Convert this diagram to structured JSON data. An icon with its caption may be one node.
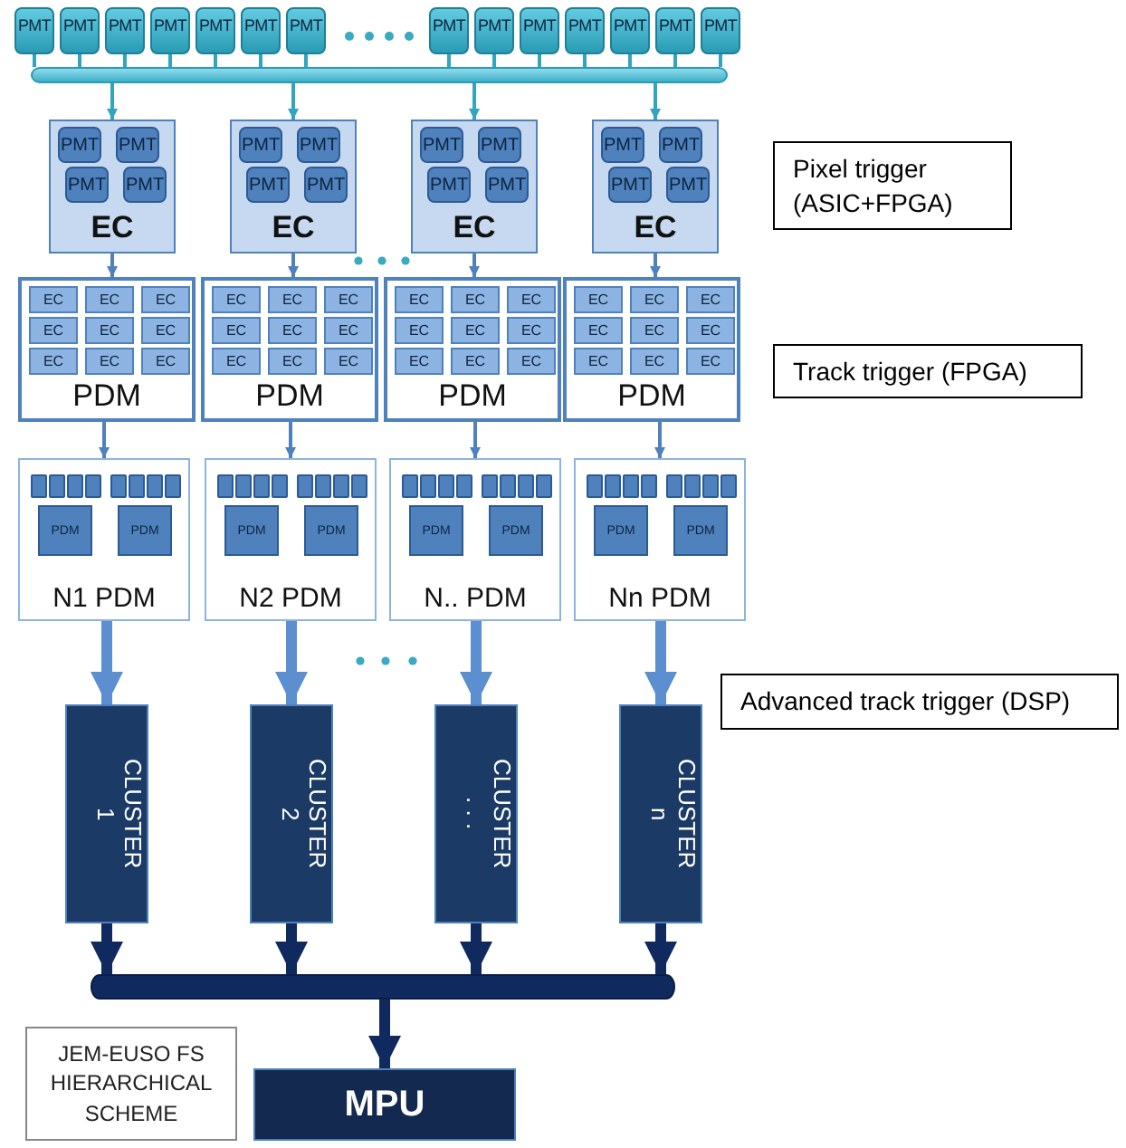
{
  "diagram": {
    "nodes": [
      {
        "text": [
          "PMT"
        ]
      },
      {
        "text": [
          "PMT"
        ]
      },
      {
        "text": [
          "PMT"
        ]
      },
      {
        "text": [
          "PMT"
        ]
      },
      {
        "text": [
          "PMT"
        ]
      },
      {
        "text": [
          "PMT"
        ]
      },
      {
        "text": [
          "PMT"
        ]
      },
      {
        "text": [
          "PMT"
        ]
      },
      {
        "text": [
          "PMT"
        ]
      },
      {
        "text": [
          "PMT"
        ]
      },
      {
        "text": [
          "PMT"
        ]
      },
      {
        "text": [
          "PMT"
        ]
      },
      {
        "text": [
          "PMT"
        ]
      },
      {
        "text": [
          "PMT"
        ]
      },
      {
        "text": [],
        "shape": "bar"
      },
      {
        "text": [
          "EC"
        ]
      },
      {
        "text": [
          "PMT"
        ],
        "in": 15
      },
      {
        "text": [
          "PMT"
        ],
        "in": 15
      },
      {
        "text": [
          "PMT"
        ],
        "in": 15
      },
      {
        "text": [
          "PMT"
        ],
        "in": 15
      },
      {
        "text": [
          "EC"
        ]
      },
      {
        "text": [
          "PMT"
        ],
        "in": 20
      },
      {
        "text": [
          "PMT"
        ],
        "in": 20
      },
      {
        "text": [
          "PMT"
        ],
        "in": 20
      },
      {
        "text": [
          "PMT"
        ],
        "in": 20
      },
      {
        "text": [
          "EC"
        ]
      },
      {
        "text": [
          "PMT"
        ],
        "in": 25
      },
      {
        "text": [
          "PMT"
        ],
        "in": 25
      },
      {
        "text": [
          "PMT"
        ],
        "in": 25
      },
      {
        "text": [
          "PMT"
        ],
        "in": 25
      },
      {
        "text": [
          "EC"
        ]
      },
      {
        "text": [
          "PMT"
        ],
        "in": 30
      },
      {
        "text": [
          "PMT"
        ],
        "in": 30
      },
      {
        "text": [
          "PMT"
        ],
        "in": 30
      },
      {
        "text": [
          "PMT"
        ],
        "in": 30
      },
      {
        "text": [
          "PDM"
        ]
      },
      {
        "text": [
          "EC"
        ],
        "in": 35
      },
      {
        "text": [
          "EC"
        ],
        "in": 35
      },
      {
        "text": [
          "EC"
        ],
        "in": 35
      },
      {
        "text": [
          "EC"
        ],
        "in": 35
      },
      {
        "text": [
          "EC"
        ],
        "in": 35
      },
      {
        "text": [
          "EC"
        ],
        "in": 35
      },
      {
        "text": [
          "EC"
        ],
        "in": 35
      },
      {
        "text": [
          "EC"
        ],
        "in": 35
      },
      {
        "text": [
          "EC"
        ],
        "in": 35
      },
      {
        "text": [
          "PDM"
        ]
      },
      {
        "text": [
          "EC"
        ],
        "in": 45
      },
      {
        "text": [
          "EC"
        ],
        "in": 45
      },
      {
        "text": [
          "EC"
        ],
        "in": 45
      },
      {
        "text": [
          "EC"
        ],
        "in": 45
      },
      {
        "text": [
          "EC"
        ],
        "in": 45
      },
      {
        "text": [
          "EC"
        ],
        "in": 45
      },
      {
        "text": [
          "EC"
        ],
        "in": 45
      },
      {
        "text": [
          "EC"
        ],
        "in": 45
      },
      {
        "text": [
          "EC"
        ],
        "in": 45
      },
      {
        "text": [
          "PDM"
        ]
      },
      {
        "text": [
          "EC"
        ],
        "in": 55
      },
      {
        "text": [
          "EC"
        ],
        "in": 55
      },
      {
        "text": [
          "EC"
        ],
        "in": 55
      },
      {
        "text": [
          "EC"
        ],
        "in": 55
      },
      {
        "text": [
          "EC"
        ],
        "in": 55
      },
      {
        "text": [
          "EC"
        ],
        "in": 55
      },
      {
        "text": [
          "EC"
        ],
        "in": 55
      },
      {
        "text": [
          "EC"
        ],
        "in": 55
      },
      {
        "text": [
          "EC"
        ],
        "in": 55
      },
      {
        "text": [
          "PDM"
        ]
      },
      {
        "text": [
          "EC"
        ],
        "in": 65
      },
      {
        "text": [
          "EC"
        ],
        "in": 65
      },
      {
        "text": [
          "EC"
        ],
        "in": 65
      },
      {
        "text": [
          "EC"
        ],
        "in": 65
      },
      {
        "text": [
          "EC"
        ],
        "in": 65
      },
      {
        "text": [
          "EC"
        ],
        "in": 65
      },
      {
        "text": [
          "EC"
        ],
        "in": 65
      },
      {
        "text": [
          "EC"
        ],
        "in": 65
      },
      {
        "text": [
          "EC"
        ],
        "in": 65
      },
      {
        "text": [
          "N1 PDM"
        ]
      },
      {
        "text": [],
        "shape": "box",
        "in": 75
      },
      {
        "text": [],
        "shape": "box",
        "in": 75
      },
      {
        "text": [],
        "shape": "box",
        "in": 75
      },
      {
        "text": [],
        "shape": "box",
        "in": 75
      },
      {
        "text": [
          "PDM"
        ],
        "in": 75
      },
      {
        "text": [],
        "shape": "box",
        "in": 75
      },
      {
        "text": [],
        "shape": "box",
        "in": 75
      },
      {
        "text": [],
        "shape": "box",
        "in": 75
      },
      {
        "text": [],
        "shape": "box",
        "in": 75
      },
      {
        "text": [
          "PDM"
        ],
        "in": 75
      },
      {
        "text": [
          "N2 PDM"
        ]
      },
      {
        "text": [],
        "shape": "box",
        "in": 86
      },
      {
        "text": [],
        "shape": "box",
        "in": 86
      },
      {
        "text": [],
        "shape": "box",
        "in": 86
      },
      {
        "text": [],
        "shape": "box",
        "in": 86
      },
      {
        "text": [
          "PDM"
        ],
        "in": 86
      },
      {
        "text": [],
        "shape": "box",
        "in": 86
      },
      {
        "text": [],
        "shape": "box",
        "in": 86
      },
      {
        "text": [],
        "shape": "box",
        "in": 86
      },
      {
        "text": [],
        "shape": "box",
        "in": 86
      },
      {
        "text": [
          "PDM"
        ],
        "in": 86
      },
      {
        "text": [
          "N.. PDM"
        ]
      },
      {
        "text": [],
        "shape": "box",
        "in": 97
      },
      {
        "text": [],
        "shape": "box",
        "in": 97
      },
      {
        "text": [],
        "shape": "box",
        "in": 97
      },
      {
        "text": [],
        "shape": "box",
        "in": 97
      },
      {
        "text": [
          "PDM"
        ],
        "in": 97
      },
      {
        "text": [],
        "shape": "box",
        "in": 97
      },
      {
        "text": [],
        "shape": "box",
        "in": 97
      },
      {
        "text": [],
        "shape": "box",
        "in": 97
      },
      {
        "text": [],
        "shape": "box",
        "in": 97
      },
      {
        "text": [
          "PDM"
        ],
        "in": 97
      },
      {
        "text": [
          "Nn PDM"
        ]
      },
      {
        "text": [],
        "shape": "box",
        "in": 108
      },
      {
        "text": [],
        "shape": "box",
        "in": 108
      },
      {
        "text": [],
        "shape": "box",
        "in": 108
      },
      {
        "text": [],
        "shape": "box",
        "in": 108
      },
      {
        "text": [
          "PDM"
        ],
        "in": 108
      },
      {
        "text": [],
        "shape": "box",
        "in": 108
      },
      {
        "text": [],
        "shape": "box",
        "in": 108
      },
      {
        "text": [],
        "shape": "box",
        "in": 108
      },
      {
        "text": [],
        "shape": "box",
        "in": 108
      },
      {
        "text": [
          "PDM"
        ],
        "in": 108
      },
      {
        "text": [
          "CLUSTER 1"
        ]
      },
      {
        "text": [
          "CLUSTER 2"
        ]
      },
      {
        "text": [
          "CLUSTER . . ."
        ]
      },
      {
        "text": [
          "CLUSTER n"
        ]
      },
      {
        "text": [],
        "shape": "bar"
      },
      {
        "text": [
          "MPU"
        ]
      },
      {
        "text": [
          "Pixel trigger (ASIC+FPGA)"
        ]
      },
      {
        "text": [
          "Track trigger (FPGA)"
        ]
      },
      {
        "text": [
          "Advanced track trigger (DSP)"
        ]
      },
      {
        "text": [
          "JEM-EUSO FS HIERARCHICAL SCHEME"
        ]
      }
    ],
    "edges": [
      {
        "from": 0,
        "to": 14,
        "arrow": "none"
      },
      {
        "from": 1,
        "to": 14,
        "arrow": "none"
      },
      {
        "from": 2,
        "to": 14,
        "arrow": "none"
      },
      {
        "from": 3,
        "to": 14,
        "arrow": "none"
      },
      {
        "from": 4,
        "to": 14,
        "arrow": "none"
      },
      {
        "from": 5,
        "to": 14,
        "arrow": "none"
      },
      {
        "from": 6,
        "to": 14,
        "arrow": "none"
      },
      {
        "from": 7,
        "to": 14,
        "arrow": "none"
      },
      {
        "from": 8,
        "to": 14,
        "arrow": "none"
      },
      {
        "from": 9,
        "to": 14,
        "arrow": "none"
      },
      {
        "from": 10,
        "to": 14,
        "arrow": "none"
      },
      {
        "from": 11,
        "to": 14,
        "arrow": "none"
      },
      {
        "from": 12,
        "to": 14,
        "arrow": "none"
      },
      {
        "from": 13,
        "to": 14,
        "arrow": "none"
      },
      {
        "from": 14,
        "to": 15,
        "arrow": "to"
      },
      {
        "from": 14,
        "to": 20,
        "arrow": "to"
      },
      {
        "from": 14,
        "to": 25,
        "arrow": "to"
      },
      {
        "from": 14,
        "to": 30,
        "arrow": "to"
      },
      {
        "from": 15,
        "to": 35,
        "arrow": "to",
        "color": "#4f81bd"
      },
      {
        "from": 20,
        "to": 45,
        "arrow": "to",
        "color": "#4f81bd"
      },
      {
        "from": 25,
        "to": 55,
        "arrow": "to",
        "color": "#4f81bd"
      },
      {
        "from": 30,
        "to": 65,
        "arrow": "to",
        "color": "#4f81bd"
      },
      {
        "from": 35,
        "to": 75,
        "arrow": "to",
        "color": "#4f81bd"
      },
      {
        "from": 45,
        "to": 86,
        "arrow": "to",
        "color": "#4f81bd"
      },
      {
        "from": 55,
        "to": 97,
        "arrow": "to",
        "color": "#4f81bd"
      },
      {
        "from": 65,
        "to": 108,
        "arrow": "to",
        "color": "#4f81bd"
      },
      {
        "from": 75,
        "to": 119,
        "arrow": "to",
        "style": "thick",
        "color": "#5b8fd0"
      },
      {
        "from": 86,
        "to": 120,
        "arrow": "to",
        "style": "thick",
        "color": "#5b8fd0"
      },
      {
        "from": 97,
        "to": 121,
        "arrow": "to",
        "style": "thick",
        "color": "#5b8fd0"
      },
      {
        "from": 108,
        "to": 122,
        "arrow": "to",
        "style": "thick",
        "color": "#5b8fd0"
      },
      {
        "from": 119,
        "to": 123,
        "arrow": "to",
        "style": "thick",
        "color": "#10295e"
      },
      {
        "from": 120,
        "to": 123,
        "arrow": "to",
        "style": "thick",
        "color": "#10295e"
      },
      {
        "from": 121,
        "to": 123,
        "arrow": "to",
        "style": "thick",
        "color": "#10295e"
      },
      {
        "from": 122,
        "to": 123,
        "arrow": "to",
        "style": "thick",
        "color": "#10295e"
      },
      {
        "from": 123,
        "to": 124,
        "arrow": "to",
        "style": "thick",
        "color": "#10295e"
      }
    ]
  }
}
